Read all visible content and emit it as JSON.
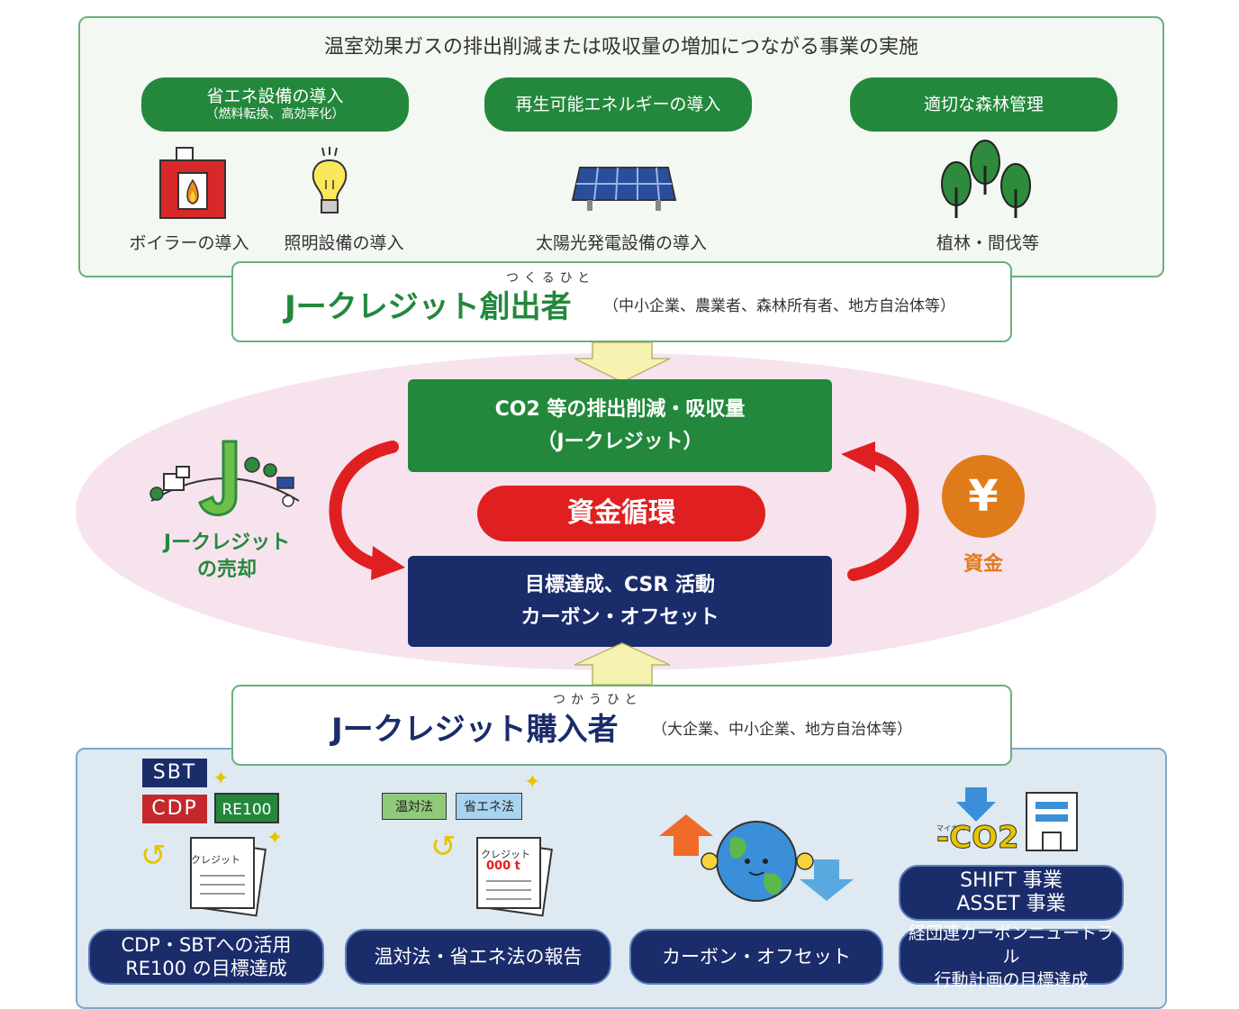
{
  "top": {
    "title": "温室効果ガスの排出削減または吸収量の増加につながる事業の実施",
    "categories": [
      {
        "label": "省エネ設備の導入",
        "sub": "（燃料転換、高効率化）"
      },
      {
        "label": "再生可能エネルギーの導入",
        "sub": ""
      },
      {
        "label": "適切な森林管理",
        "sub": ""
      }
    ],
    "examples": [
      "ボイラーの導入",
      "照明設備の導入",
      "太陽光発電設備の導入",
      "植林・間伐等"
    ]
  },
  "creator": {
    "ruby": "つくるひと",
    "title": "Jークレジット創出者",
    "sub": "（中小企業、農業者、森林所有者、地方自治体等）"
  },
  "center": {
    "green_line1": "CO2 等の排出削減・吸収量",
    "green_line2": "（Jークレジット）",
    "cycle": "資金循環",
    "navy_line1": "目標達成、CSR 活動",
    "navy_line2": "カーボン・オフセット",
    "left_label_line1": "Jークレジット",
    "left_label_line2": "の売却",
    "right_label": "資金",
    "yen_symbol": "¥"
  },
  "buyer": {
    "ruby": "つかうひと",
    "title": "Jークレジット購入者",
    "sub": "（大企業、中小企業、地方自治体等）"
  },
  "bottom": {
    "tags": {
      "sbt": "SBT",
      "cdp": "CDP",
      "re100": "RE100",
      "ontaiho": "温対法",
      "shoenehou": "省エネ法"
    },
    "doc_label": "クレジット",
    "doc_amount": "000 t",
    "minus_label": "マイナス",
    "co2_text": "-CO2",
    "items": [
      {
        "line1": "CDP・SBTへの活用",
        "line2": "RE100 の目標達成"
      },
      {
        "line1": "温対法・省エネ法の報告",
        "line2": ""
      },
      {
        "line1": "カーボン・オフセット",
        "line2": ""
      },
      {
        "line1": "経団連カーボンニュートラル",
        "line2": "行動計画の目標達成"
      }
    ],
    "shift_line1": "SHIFT 事業",
    "shift_line2": "ASSET 事業"
  },
  "colors": {
    "green": "#23883c",
    "navy": "#1b2c6b",
    "red": "#e02020",
    "orange": "#e07b1a",
    "pink": "#f7e3ee"
  }
}
